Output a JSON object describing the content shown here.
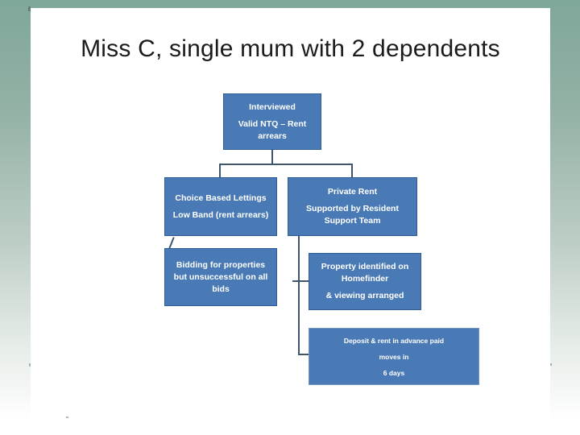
{
  "slide": {
    "title": "Miss C, single mum with 2 dependents"
  },
  "flowchart": {
    "interviewed": {
      "line1": "Interviewed",
      "line2": "Valid NTQ – Rent arrears"
    },
    "choice_based_lettings": {
      "line1": "Choice Based Lettings",
      "line2": "Low Band (rent arrears)"
    },
    "private_rent": {
      "line1": "Private Rent",
      "line2": "Supported by Resident Support Team"
    },
    "bidding": {
      "line1": "Bidding for properties but unsuccessful on all bids"
    },
    "homefinder": {
      "line1": "Property identified on Homefinder",
      "line2": "& viewing arranged"
    },
    "deposit": {
      "line1": "Deposit & rent in advance paid",
      "line2": "moves in",
      "line3": "6 days"
    }
  },
  "colors": {
    "background_top": "#7fa79a",
    "background_bottom": "#ffffff",
    "slide_background": "#ffffff",
    "box_fill": "#4a7ab5",
    "box_border": "#2e5c94",
    "box_text": "#ffffff",
    "connector": "#3f566c",
    "title_text": "#1b1b1b"
  }
}
